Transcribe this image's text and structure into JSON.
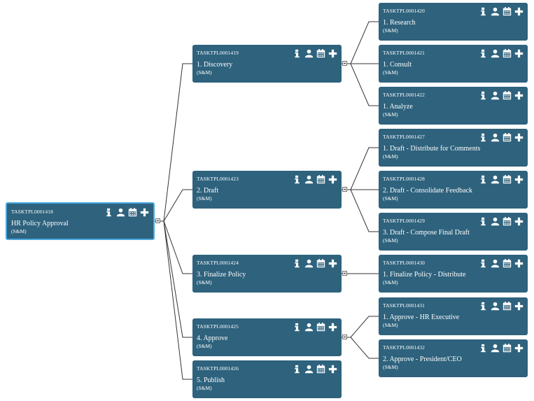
{
  "nodes": [
    {
      "id": "n1418",
      "code": "TASKTPL0001418",
      "title": "HR Policy Approval",
      "sub": "(S&M)",
      "selected": true
    },
    {
      "id": "n1419",
      "code": "TASKTPL0001419",
      "title": "1. Discovery",
      "sub": "(S&M)"
    },
    {
      "id": "n1423",
      "code": "TASKTPL0001423",
      "title": "2. Draft",
      "sub": "(S&M)"
    },
    {
      "id": "n1424",
      "code": "TASKTPL0001424",
      "title": "3. Finalize Policy",
      "sub": "(S&M)"
    },
    {
      "id": "n1425",
      "code": "TASKTPL0001425",
      "title": "4. Approve",
      "sub": "(S&M)"
    },
    {
      "id": "n1426",
      "code": "TASKTPL0001426",
      "title": "5. Publish",
      "sub": "(S&M)"
    },
    {
      "id": "n1420",
      "code": "TASKTPL0001420",
      "title": "1. Research",
      "sub": "(S&M)"
    },
    {
      "id": "n1421",
      "code": "TASKTPL0001421",
      "title": "1. Consult",
      "sub": "(S&M)"
    },
    {
      "id": "n1422",
      "code": "TASKTPL0001422",
      "title": "1. Analyze",
      "sub": "(S&M)"
    },
    {
      "id": "n1427",
      "code": "TASKTPL0001427",
      "title": "1. Draft - Distribute for Comments",
      "sub": "(S&M)"
    },
    {
      "id": "n1428",
      "code": "TASKTPL0001428",
      "title": "2. Draft - Consolidate Feedback",
      "sub": "(S&M)"
    },
    {
      "id": "n1429",
      "code": "TASKTPL0001429",
      "title": "3. Draft - Compose Final Draft",
      "sub": "(S&M)"
    },
    {
      "id": "n1430",
      "code": "TASKTPL0001430",
      "title": "1. Finalize Policy - Distribute",
      "sub": "(S&M)"
    },
    {
      "id": "n1431",
      "code": "TASKTPL0001431",
      "title": "1. Approve - HR Executive",
      "sub": "(S&M)"
    },
    {
      "id": "n1432",
      "code": "TASKTPL0001432",
      "title": "2. Approve - President/CEO",
      "sub": "(S&M)"
    }
  ],
  "edges": [
    [
      "n1418",
      "n1419"
    ],
    [
      "n1418",
      "n1423"
    ],
    [
      "n1418",
      "n1424"
    ],
    [
      "n1418",
      "n1425"
    ],
    [
      "n1418",
      "n1426"
    ],
    [
      "n1419",
      "n1420"
    ],
    [
      "n1419",
      "n1421"
    ],
    [
      "n1419",
      "n1422"
    ],
    [
      "n1423",
      "n1427"
    ],
    [
      "n1423",
      "n1428"
    ],
    [
      "n1423",
      "n1429"
    ],
    [
      "n1424",
      "n1430"
    ],
    [
      "n1425",
      "n1431"
    ],
    [
      "n1425",
      "n1432"
    ]
  ],
  "icons": [
    "info-icon",
    "user-icon",
    "calendar-icon",
    "plus-icon"
  ],
  "colors": {
    "node": "#2e627d",
    "selected_border": "#4aa8e0",
    "connector": "#333333"
  }
}
